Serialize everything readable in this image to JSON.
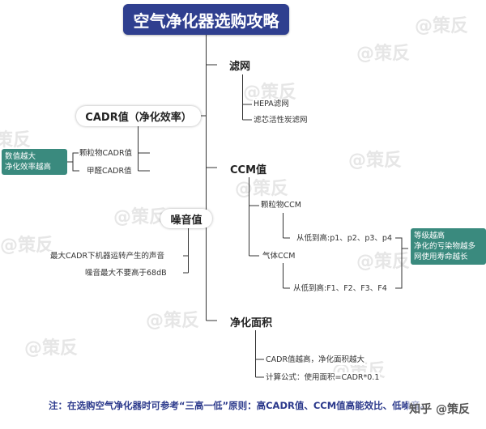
{
  "watermark": {
    "text": "@策反"
  },
  "title": "空气净化器选购攻略",
  "topics": {
    "filter": {
      "label": "滤网",
      "leaves": [
        "HEPA滤网",
        "滤芯活性炭滤网"
      ]
    },
    "cadr": {
      "label": "CADR值（净化效率）",
      "leaves": [
        "颗粒物CADR值",
        "甲醛CADR值"
      ],
      "note": [
        "数值越大",
        "净化效率越高"
      ]
    },
    "ccm": {
      "label": "CCM值",
      "groups": [
        {
          "label": "颗粒物CCM",
          "detail": "从低到高:p1、p2、p3、p4"
        },
        {
          "label": "气体CCM",
          "detail": "从低到高:F1、F2、F3、F4"
        }
      ],
      "note": [
        "等级越高",
        "净化的亏染物越多",
        "网使用寿命越长"
      ]
    },
    "noise": {
      "label": "噪音值",
      "leaves": [
        "最大CADR下机器运转产生的声音",
        "噪音最大不要高于68dB"
      ]
    },
    "area": {
      "label": "净化面积",
      "leaves": [
        "CADR值越高，净化面积越大",
        "计算公式：使用面积=CADR*0.1"
      ]
    }
  },
  "footer": "注：在选购空气净化器时可参考“三高一低”原则：高CADR值、CCM值高能效比、低噪音。",
  "brand": "知乎 @策反",
  "colors": {
    "title_bg": "#2f3f8f",
    "note_bg": "#3a8a7e",
    "footer_text": "#2c3a8c",
    "line": "#333333"
  }
}
